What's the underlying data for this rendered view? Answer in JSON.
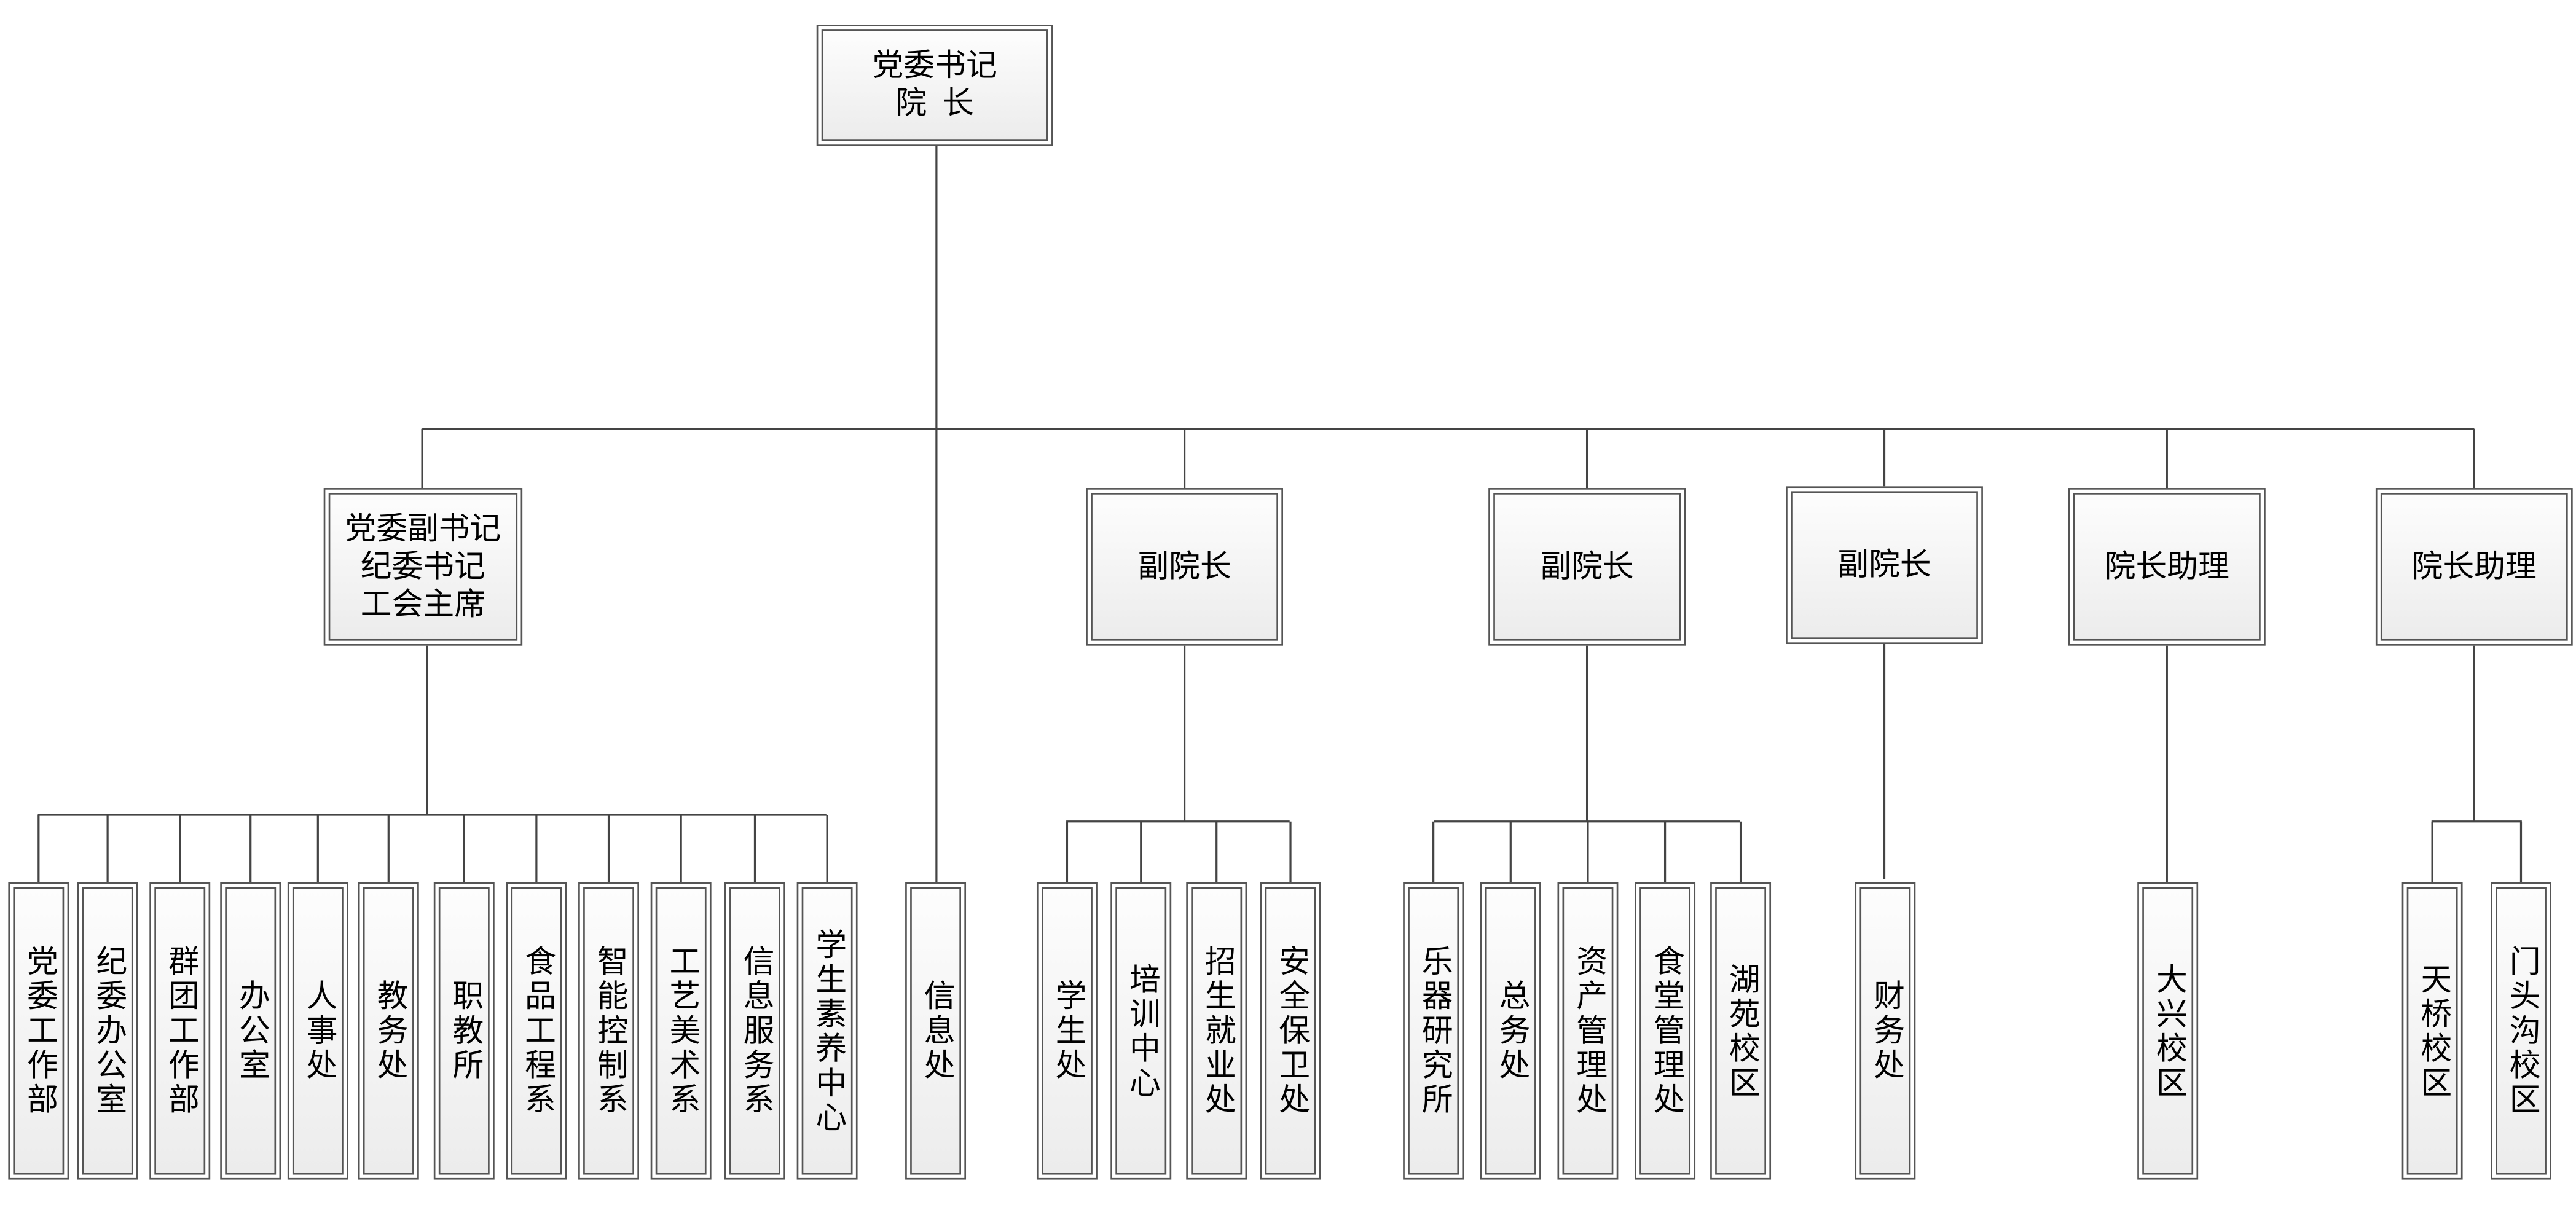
{
  "top": {
    "line1": "党委书记",
    "line2": "院  长"
  },
  "level2": [
    {
      "label": "党委副书记\n纪委书记\n工会主席"
    },
    {
      "label": "副院长"
    },
    {
      "label": "副院长"
    },
    {
      "label": "副院长"
    },
    {
      "label": "院长助理"
    },
    {
      "label": "院长助理"
    }
  ],
  "party_depts": [
    "党委工作部",
    "纪委办公室",
    "群团工作部",
    "办公室",
    "人事处",
    "教务处",
    "职教所",
    "食品工程系",
    "智能控制系",
    "工艺美术系",
    "信息服务系",
    "学生素养中心"
  ],
  "direct_dept": "信息处",
  "vp1_depts": [
    "学生处",
    "培训中心",
    "招生就业处",
    "安全保卫处"
  ],
  "vp2_depts": [
    "乐器研究所",
    "总务处",
    "资产管理处",
    "食堂管理处",
    "湖苑校区"
  ],
  "vp3_depts": [
    "财务处"
  ],
  "asst1_depts": [
    "大兴校区"
  ],
  "asst2_depts": [
    "天桥校区",
    "门头沟校区"
  ]
}
